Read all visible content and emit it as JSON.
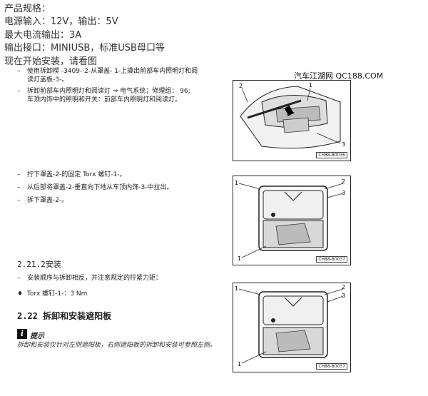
{
  "intro": {
    "line1": "产品规格：",
    "line2": "电源输入：12V，输出：5V",
    "line3": "最大电流输出：3A",
    "line4": "输出接口：MINIUSB，标准USB母口等",
    "line5": "现在开始安装，请看图"
  },
  "manual": {
    "remove_steps": [
      "使用拆卸楔 -3409-·2-从罩盖- 1-上撬出前部车内照明灯和阅",
      "读灯盖板-3-。",
      "拆卸前部车内照明灯和阅读灯 ⇒ 电气系统；修理组： 96;",
      "车顶内饰中的照明和开关：前部车内照明灯和阅读灯。"
    ],
    "cover_steps": [
      "拧下罩盖-2-的固定 Torx 螺钉-1-。",
      "从后部将罩盖-2-垂直向下地从车顶内饰-3-中拉出。",
      "拆下罩盖-2-。"
    ],
    "install_heading": "2.21.2安装",
    "install_step": "安装顺序与拆卸相反，并注意规定的拧紧力矩：",
    "torque_line": "Torx 螺钉-1-：3 Nm",
    "section_heading": "2.22  拆卸和安装遮阳板",
    "note_title": "提示",
    "note_text": "拆卸和安装仅针对左侧遮阳板，右侧遮阳板的拆卸和安装可参照左侧。",
    "dash": "–",
    "diamond": "♦"
  },
  "figures": {
    "watermark": "汽车江湖网 QC188.COM",
    "fig1_code": "CH88-B0036",
    "fig2_code": "CH88-B0037",
    "fig3_code": "CH88-B0037",
    "labels": {
      "n1": "1",
      "n2": "2",
      "n3": "3"
    }
  }
}
